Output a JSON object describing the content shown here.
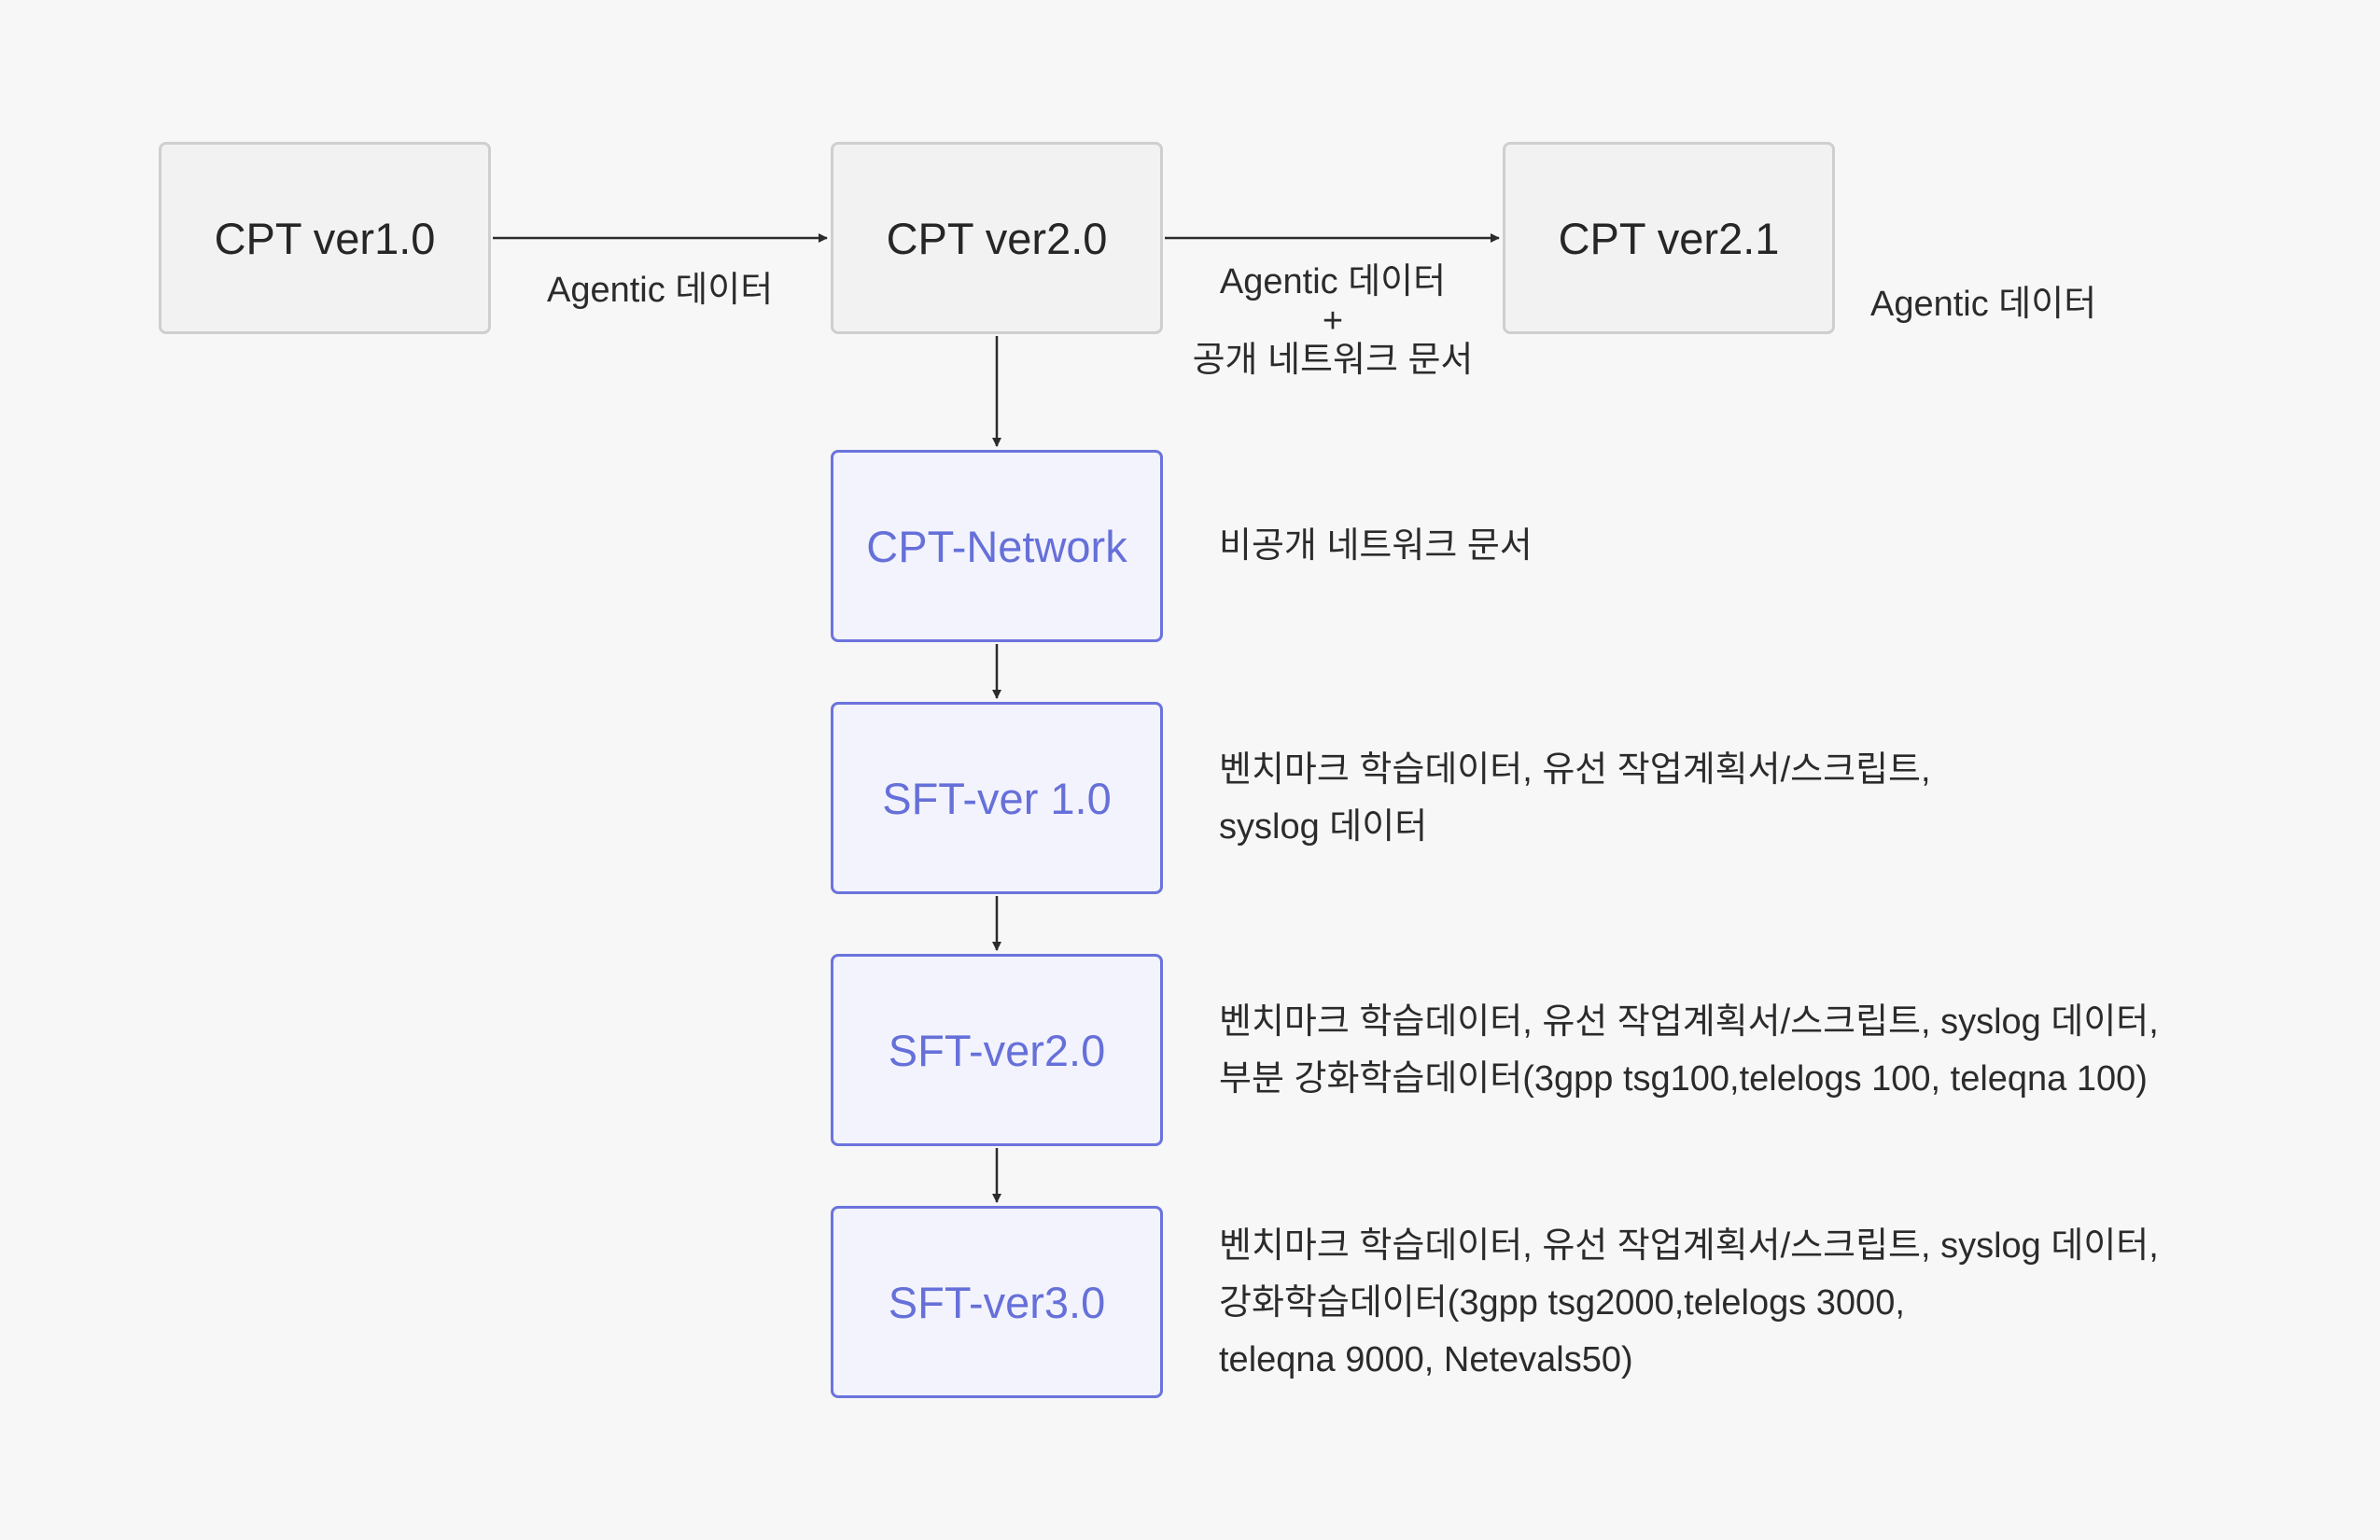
{
  "nodes": {
    "cpt_v10": "CPT ver1.0",
    "cpt_v20": "CPT ver2.0",
    "cpt_v21": "CPT ver2.1",
    "cpt_network": "CPT-Network",
    "sft_v10": "SFT-ver 1.0",
    "sft_v20": "SFT-ver2.0",
    "sft_v30": "SFT-ver3.0"
  },
  "edge_labels": {
    "v10_to_v20": "Agentic 데이터",
    "v20_to_v21": {
      "line1": "Agentic 데이터",
      "line2": "+",
      "line3": "공개 네트워크 문서"
    },
    "v21_side": "Agentic 데이터"
  },
  "notes": {
    "cpt_network": "비공개 네트워크 문서",
    "sft_v10": {
      "line1": "벤치마크 학습데이터, 유선 작업계획서/스크립트,",
      "line2": "syslog 데이터"
    },
    "sft_v20": {
      "line1": "벤치마크 학습데이터, 유선 작업계획서/스크립트, syslog 데이터,",
      "line2": "부분 강화학습데이터(3gpp tsg100,telelogs 100, teleqna 100)"
    },
    "sft_v30": {
      "line1": "벤치마크 학습데이터, 유선 작업계획서/스크립트, syslog 데이터,",
      "line2": "강화학습데이터(3gpp tsg2000,telelogs 3000,",
      "line3": "teleqna 9000, Netevals50)"
    }
  },
  "colors": {
    "gray_fill": "#f2f2f2",
    "gray_border": "#cfcfcf",
    "blue_fill": "#f3f3fd",
    "blue_border": "#6b74dc",
    "blue_text": "#6670d9",
    "arrow": "#2b2b2b",
    "background": "#f7f7f7"
  }
}
